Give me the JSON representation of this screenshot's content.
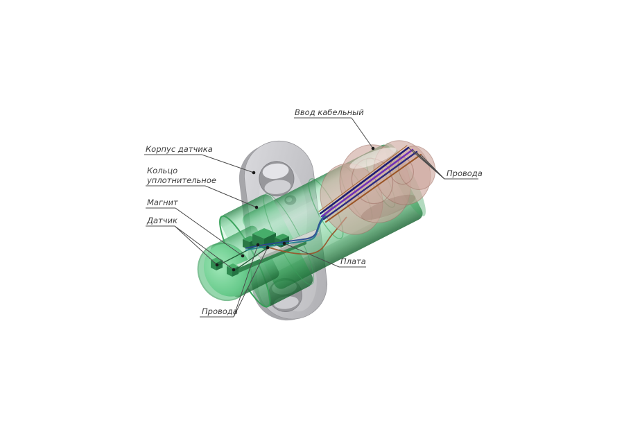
{
  "page": {
    "background": "#ffffff",
    "description": "Annotated transparent 3D CAD view of a magnetic sensor assembly"
  },
  "diagram": {
    "labels": {
      "cable_entry": {
        "text": "Ввод кабельный"
      },
      "housing": {
        "text": "Корпус датчика"
      },
      "sealing_ring": {
        "line1": "Кольцо",
        "line2": "уплотнительное"
      },
      "magnet": {
        "text": "Магнит"
      },
      "sensor": {
        "text": "Датчик"
      },
      "wires_left": {
        "text": "Провода"
      },
      "board": {
        "text": "Плата"
      },
      "wires_right": {
        "text": "Провода"
      }
    },
    "colors": {
      "label_text": "#3c3c3c",
      "leader_line": "#4a4a4a",
      "flange_gray": "#c6c6ca",
      "body_green": "#4ec474",
      "rim_green": "#2f9e52",
      "gland_pink": "#cba59c",
      "wire_navy": "#1c1c74",
      "wire_purple": "#7030b8",
      "wire_blue": "#2b2b80",
      "wire_brown": "#9a5526",
      "wire_teal": "#1f7f8e",
      "pcb_gray": "#d2d7d2"
    }
  }
}
